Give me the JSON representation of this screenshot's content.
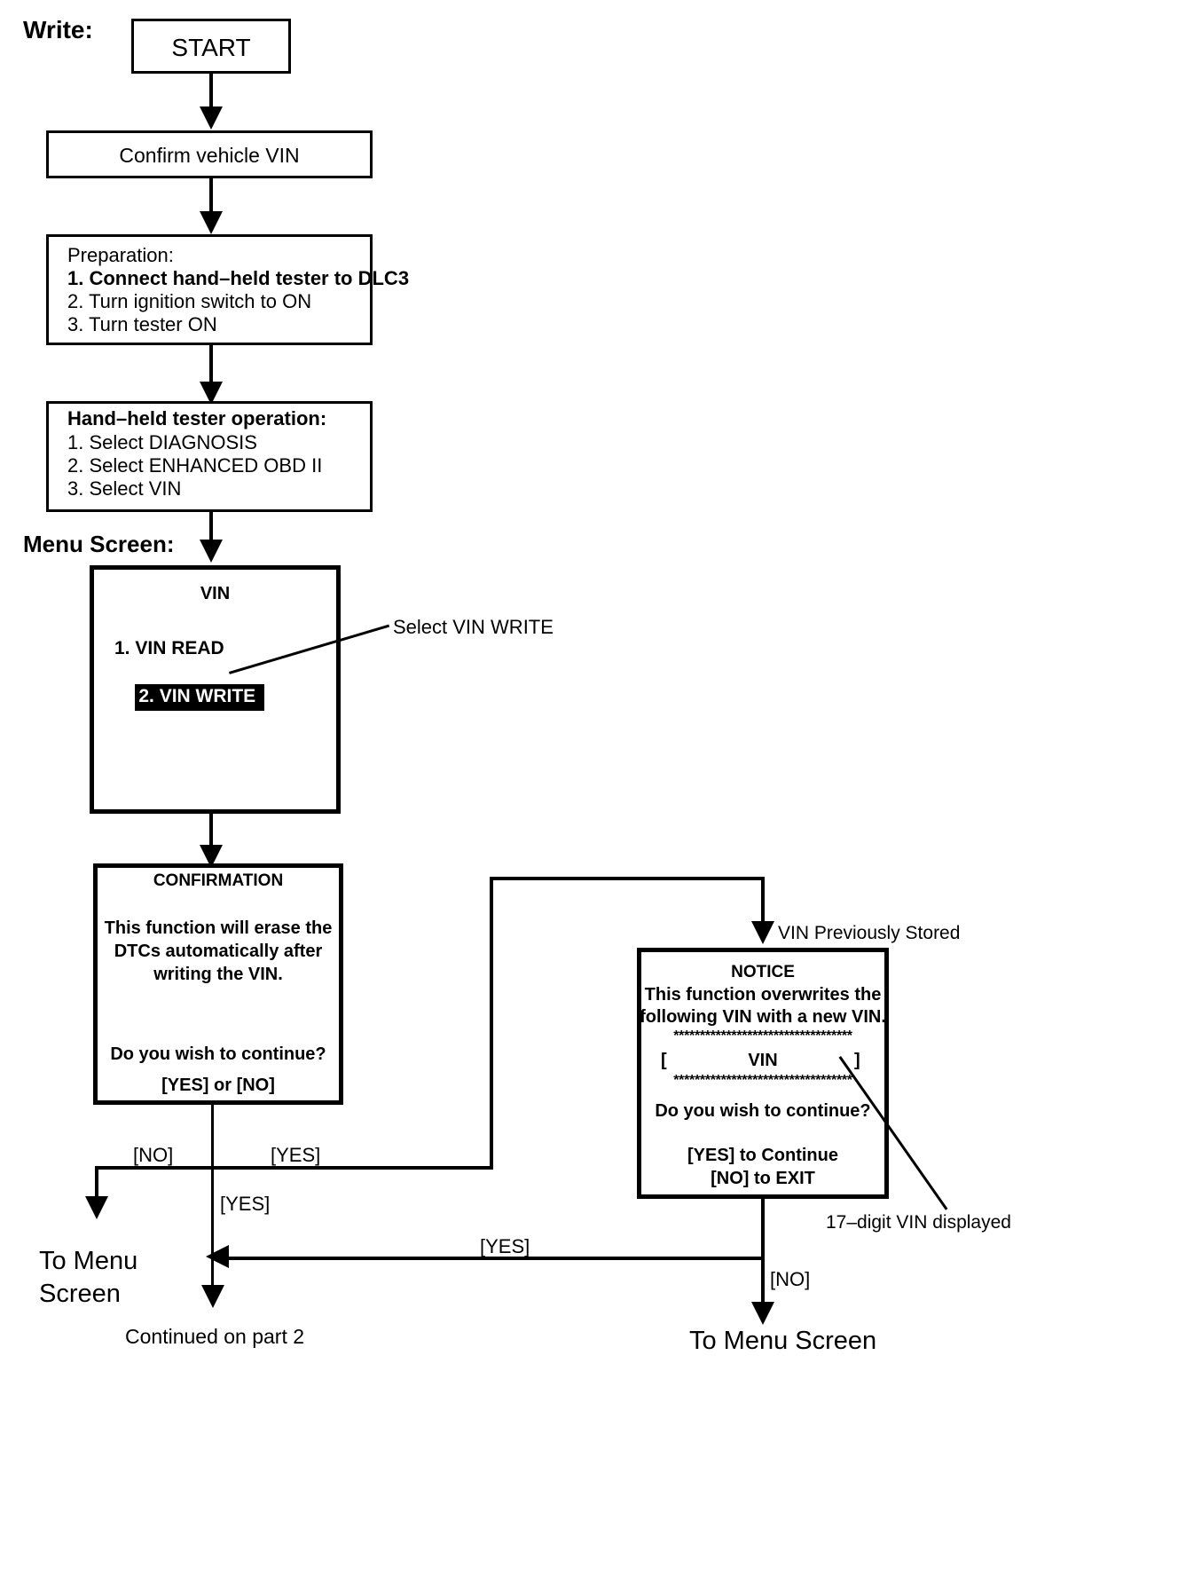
{
  "title_label": "Write:",
  "menu_screen_label": "Menu Screen:",
  "nodes": {
    "start": {
      "label": "START"
    },
    "confirm_vin": {
      "label": "Confirm vehicle VIN"
    },
    "preparation": {
      "heading": "Preparation:",
      "steps": [
        "1. Connect hand–held tester to DLC3",
        "2. Turn ignition switch to ON",
        "3. Turn tester ON"
      ]
    },
    "tester_operation": {
      "heading": "Hand–held tester operation:",
      "steps": [
        "1. Select DIAGNOSIS",
        "2. Select ENHANCED OBD II",
        "3. Select VIN"
      ]
    },
    "vin_menu": {
      "title": "VIN",
      "item1": "1. VIN READ",
      "item2": "2. VIN WRITE"
    },
    "confirmation": {
      "title": "CONFIRMATION",
      "line1": "This function will erase the",
      "line2": "DTCs automatically after",
      "line3": "writing the VIN.",
      "question": "Do you wish to continue?",
      "answers": "[YES] or [NO]"
    },
    "notice": {
      "title": "NOTICE",
      "line1": "This function overwrites the",
      "line2": "following VIN with a new VIN.",
      "rule_top": "**********************************",
      "bracket_open": "[",
      "vin_placeholder": "VIN",
      "bracket_close": "]",
      "rule_bottom": "**********************************",
      "question": "Do you wish to continue?",
      "answer_yes": "[YES] to Continue",
      "answer_no": "[NO] to EXIT"
    }
  },
  "callouts": {
    "select_vin_write": "Select VIN WRITE",
    "vin_previously_stored": "VIN Previously Stored",
    "digit_vin_displayed": "17–digit VIN displayed"
  },
  "edge_labels": {
    "no_left": "[NO]",
    "yes_right": "[YES]",
    "yes_down": "[YES]",
    "yes_return": "[YES]",
    "no_bottom": "[NO]"
  },
  "terminals": {
    "to_menu_screen_left_line1": "To Menu",
    "to_menu_screen_left_line2": "Screen",
    "continued_on_part2": "Continued on part 2",
    "to_menu_screen_right": "To Menu Screen"
  }
}
